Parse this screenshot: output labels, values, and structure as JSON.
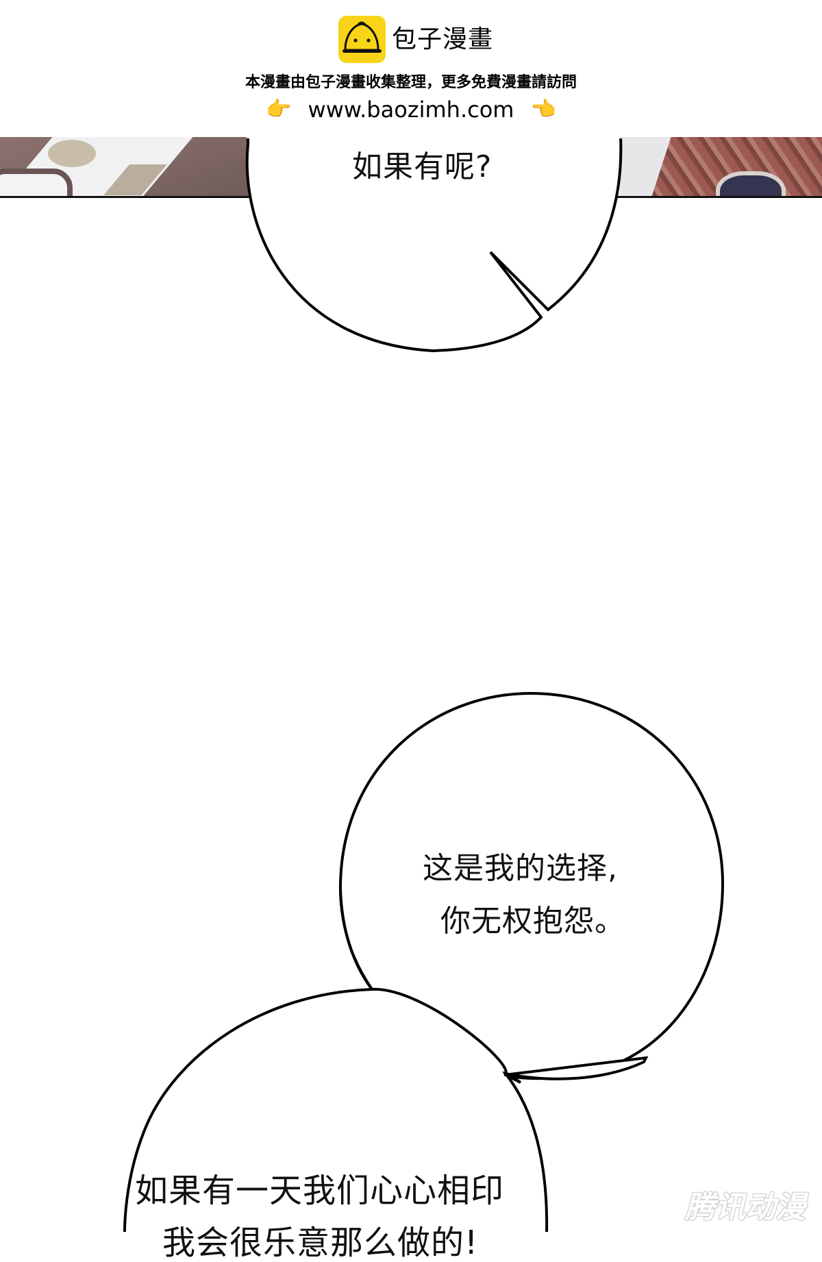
{
  "header": {
    "brand_title": "包子漫畫",
    "notice": "本漫畫由包子漫畫收集整理，更多免費漫畫請訪問",
    "url": "www.baozimh.com",
    "left_hand_icon": "👉",
    "right_hand_icon": "👈"
  },
  "bubbles": [
    {
      "lines": [
        "如果有呢?"
      ]
    },
    {
      "lines": [
        "这是我的选择,",
        "你无权抱怨。"
      ]
    },
    {
      "lines": [
        "如果有一天我们心心相印",
        "我会很乐意那么做的!"
      ]
    }
  ],
  "watermark": "腾讯动漫",
  "colors": {
    "logo_yellow": "#f7d417",
    "hand_emoji": "#f4b21b",
    "strip_brown": "#8b716e",
    "rug_red": "#9c5a52",
    "ink": "#111111"
  }
}
